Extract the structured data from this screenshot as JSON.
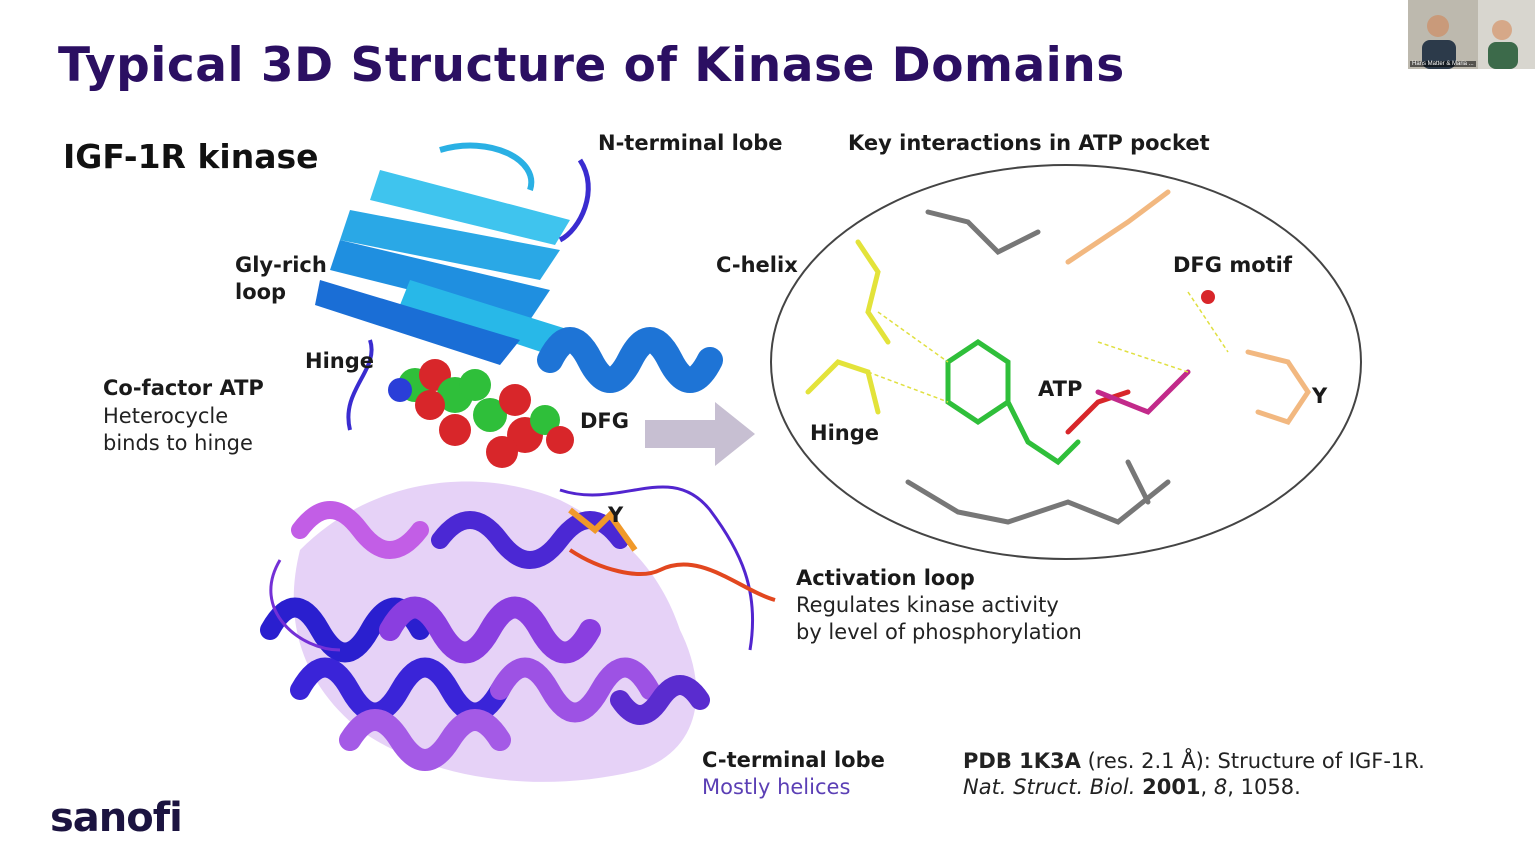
{
  "slide": {
    "title": "Typical 3D Structure of Kinase Domains",
    "subtitle": "IGF-1R kinase",
    "labels": {
      "n_terminal_lobe": "N-terminal lobe",
      "key_interactions": "Key interactions in ATP pocket",
      "gly_rich_line1": "Gly-rich",
      "gly_rich_line2": "loop",
      "c_helix": "C-helix",
      "dfg_motif": "DFG motif",
      "hinge_left": "Hinge",
      "hinge_right": "Hinge",
      "cofactor_title": "Co-factor ATP",
      "cofactor_line1": "Heterocycle",
      "cofactor_line2": "binds to hinge",
      "dfg": "DFG",
      "atp": "ATP",
      "y_left": "Y",
      "y_right": "Y",
      "activation_title": "Activation loop",
      "activation_line1": "Regulates kinase activity",
      "activation_line2": "by level of phosphorylation",
      "c_terminal_title": "C-terminal lobe",
      "c_terminal_sub": "Mostly helices"
    },
    "reference": {
      "pdb": "PDB 1K3A",
      "res": " (res. 2.1 Å): Structure of IGF-1R.",
      "journal": "Nat. Struct. Biol.",
      "year": "2001",
      "comma1": ", ",
      "volume": "8",
      "pages": ", 1058."
    },
    "logo": "sanofi",
    "webcam_label": "Hans Matter & Maria ..."
  },
  "colors": {
    "title": "#2b0f62",
    "helix_cyan": "#28b8e8",
    "helix_blue": "#1e74d6",
    "lobe_purple": "#7a2fd8",
    "lobe_magenta": "#b24fe0",
    "atp_green": "#2fbf3a",
    "atp_red": "#d8262a"
  }
}
